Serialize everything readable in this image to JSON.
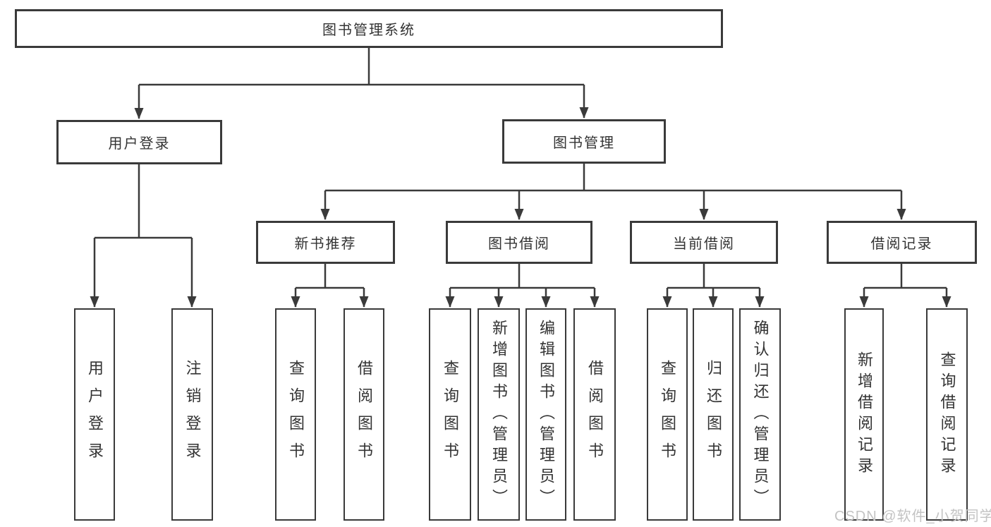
{
  "diagram_title": "图书管理系统",
  "nodes": {
    "root": "图书管理系统",
    "l2": [
      "用户登录",
      "图书管理"
    ],
    "l3": [
      "新书推荐",
      "图书借阅",
      "当前借阅",
      "借阅记录"
    ],
    "leaves": {
      "g1": [
        "用户登录",
        "注销登录"
      ],
      "g2": [
        "查询图书",
        "借阅图书"
      ],
      "g3": [
        "查询图书",
        "新增图书（管理员）",
        "编辑图书（管理员）",
        "借阅图书"
      ],
      "g4": [
        "查询图书",
        "归还图书",
        "确认归还（管理员）"
      ],
      "g5": [
        "新增借阅记录",
        "查询借阅记录"
      ]
    }
  },
  "watermark": "CSDN @软件_小贺同学",
  "colors": {
    "line": "#3a3a3a",
    "text": "#333333",
    "box_background": "#ffffff",
    "watermark_text": "#c3c3c3"
  }
}
